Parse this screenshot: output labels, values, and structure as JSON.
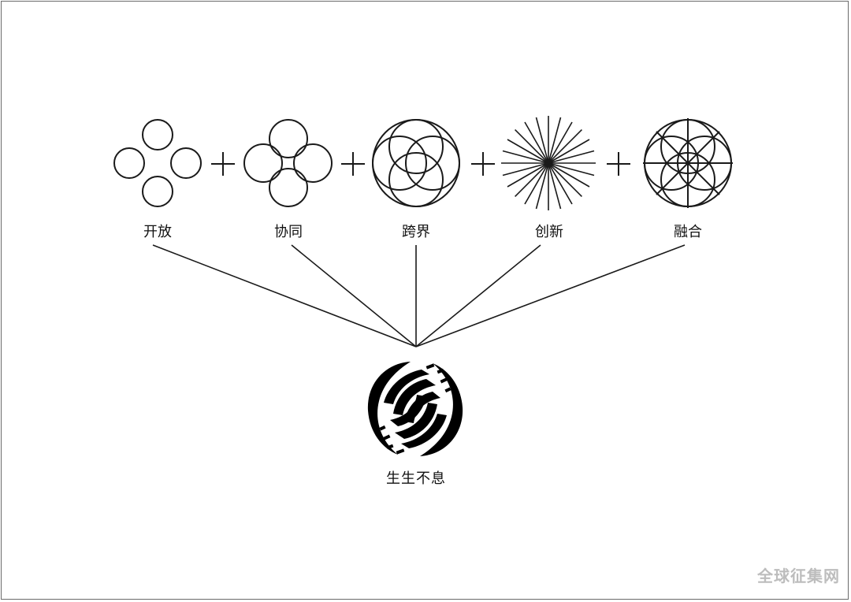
{
  "concepts": [
    {
      "label": "开放",
      "icon": "four-separated-circles-icon"
    },
    {
      "label": "协同",
      "icon": "four-touching-circles-icon"
    },
    {
      "label": "跨界",
      "icon": "overlapping-circles-icon"
    },
    {
      "label": "创新",
      "icon": "starburst-icon"
    },
    {
      "label": "融合",
      "icon": "fused-circles-crosshair-icon"
    }
  ],
  "operator": "+",
  "result": {
    "label": "生生不息",
    "icon": "swirl-logo-icon"
  },
  "watermark": "全球征集网",
  "colors": {
    "stroke": "#1a1a1a",
    "logo": "#000000",
    "watermark": "#bdbdbd",
    "border": "#6b6b6b"
  }
}
